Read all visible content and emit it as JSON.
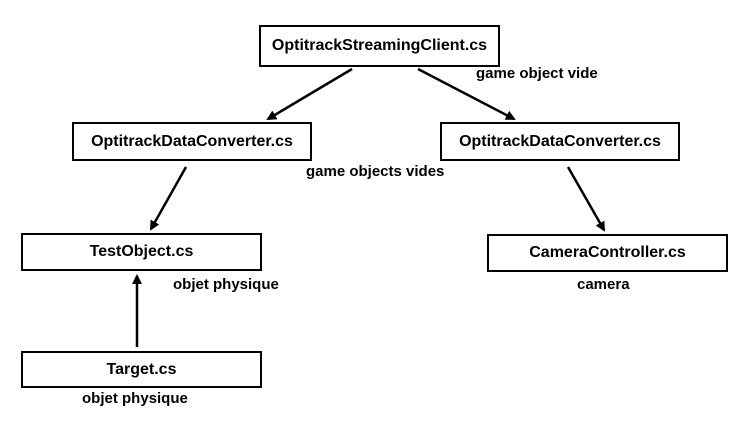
{
  "diagram": {
    "nodes": {
      "streaming_client": "OptitrackStreamingClient.cs",
      "converter_left": "OptitrackDataConverter.cs",
      "converter_right": "OptitrackDataConverter.cs",
      "test_object": "TestObject.cs",
      "camera_controller": "CameraController.cs",
      "target": "Target.cs"
    },
    "notes": {
      "streaming_client": "game object vide",
      "converters": "game objects vides",
      "test_object": "objet physique",
      "camera_controller": "camera",
      "target": "objet physique"
    },
    "colors": {
      "line": "#000000",
      "box_border": "#000000",
      "background": "#ffffff"
    }
  }
}
